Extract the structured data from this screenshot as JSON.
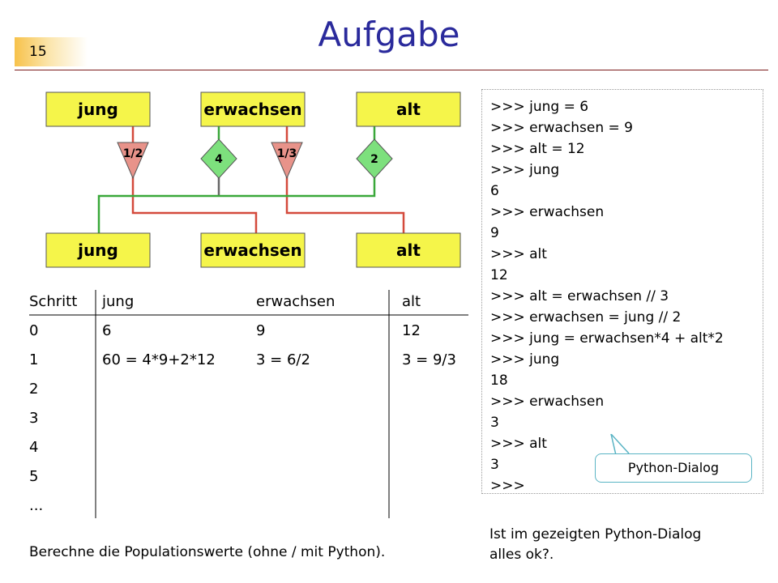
{
  "slide": {
    "number": "15",
    "title": "Aufgabe"
  },
  "diagram": {
    "top_boxes": [
      "jung",
      "erwachsen",
      "alt"
    ],
    "bottom_boxes": [
      "jung",
      "erwachsen",
      "alt"
    ],
    "factors": [
      "1/2",
      "4",
      "1/3",
      "2"
    ],
    "colors": {
      "box_fill": "#f5f54a",
      "triangle_fill": "#e8938a",
      "diamond_fill": "#7de07d",
      "red_line": "#d44a3c",
      "green_line": "#3aa83a",
      "gray_line": "#666666"
    }
  },
  "table": {
    "headers": [
      "Schritt",
      "jung",
      "erwachsen",
      "alt"
    ],
    "rows": [
      [
        "0",
        "6",
        "9",
        "12"
      ],
      [
        "1",
        "60 = 4*9+2*12",
        "3 = 6/2",
        "3 = 9/3"
      ],
      [
        "2",
        "",
        "",
        ""
      ],
      [
        "3",
        "",
        "",
        ""
      ],
      [
        "4",
        "",
        "",
        ""
      ],
      [
        "5",
        "",
        "",
        ""
      ],
      [
        "...",
        "",
        "",
        ""
      ]
    ]
  },
  "console": {
    "lines": [
      ">>> jung = 6",
      ">>> erwachsen = 9",
      ">>> alt = 12",
      ">>> jung",
      "6",
      ">>> erwachsen",
      "9",
      ">>> alt",
      "12",
      ">>> alt = erwachsen // 3",
      ">>> erwachsen = jung // 2",
      ">>> jung = erwachsen*4 + alt*2",
      ">>> jung",
      "18",
      ">>> erwachsen",
      "3",
      ">>> alt",
      "3",
      ">>>"
    ],
    "callout": "Python-Dialog"
  },
  "footer": {
    "left": "Berechne die Populationswerte (ohne / mit Python).",
    "right_line1": "Ist im gezeigten Python-Dialog",
    "right_line2": "alles ok?."
  }
}
